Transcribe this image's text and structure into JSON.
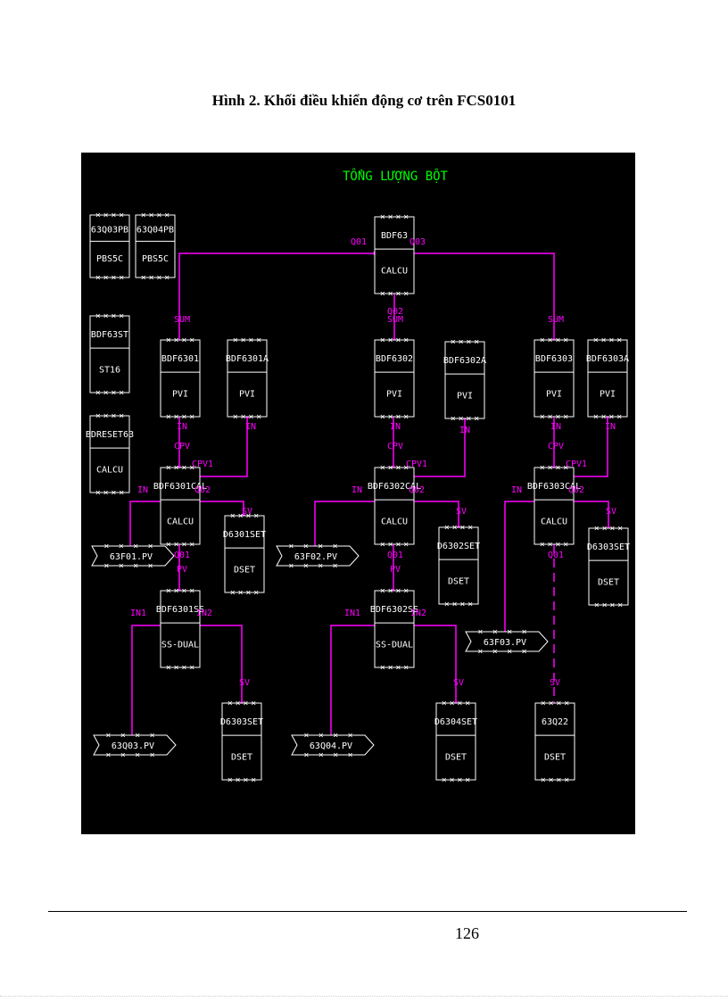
{
  "caption": "Hình 2. Khối điều khiển động cơ trên FCS0101",
  "page_number": "126",
  "colors": {
    "background": "#000000",
    "wire": "#ff00ff",
    "block": "#ffffff",
    "title": "#00ff00"
  },
  "diagram": {
    "title": "TỔNG LƯỢNG BỘT",
    "blocks": [
      {
        "id": "pb3",
        "name": "63Q03PB",
        "type": "PBS5C"
      },
      {
        "id": "pb4",
        "name": "63Q04PB",
        "type": "PBS5C"
      },
      {
        "id": "st",
        "name": "BDF63ST",
        "type": "ST16"
      },
      {
        "id": "reset",
        "name": "BDRESET63",
        "type": "CALCU"
      },
      {
        "id": "bdf63",
        "name": "BDF63",
        "type": "CALCU"
      },
      {
        "id": "p6301",
        "name": "BDF6301",
        "type": "PVI"
      },
      {
        "id": "p6301a",
        "name": "BDF6301A",
        "type": "PVI"
      },
      {
        "id": "p6302",
        "name": "BDF6302",
        "type": "PVI"
      },
      {
        "id": "p6302a",
        "name": "BDF6302A",
        "type": "PVI"
      },
      {
        "id": "p6303",
        "name": "BDF6303",
        "type": "PVI"
      },
      {
        "id": "p6303a",
        "name": "BDF6303A",
        "type": "PVI"
      },
      {
        "id": "c1",
        "name": "BDF6301CAL",
        "type": "CALCU"
      },
      {
        "id": "c2",
        "name": "BDF6302CAL",
        "type": "CALCU"
      },
      {
        "id": "c3",
        "name": "BDF6303CAL",
        "type": "CALCU"
      },
      {
        "id": "d1",
        "name": "D6301SET",
        "type": "DSET"
      },
      {
        "id": "d2",
        "name": "D6302SET",
        "type": "DSET"
      },
      {
        "id": "d3",
        "name": "D6303SET",
        "type": "DSET"
      },
      {
        "id": "s1",
        "name": "BDF6301SS",
        "type": "SS-DUAL"
      },
      {
        "id": "s2",
        "name": "BDF6302SS",
        "type": "SS-DUAL"
      },
      {
        "id": "d4",
        "name": "D6303SET",
        "type": "DSET"
      },
      {
        "id": "d5",
        "name": "D6304SET",
        "type": "DSET"
      },
      {
        "id": "q22",
        "name": "63Q22",
        "type": "DSET"
      }
    ],
    "tags": [
      {
        "id": "t1",
        "label": "63F01.PV"
      },
      {
        "id": "t2",
        "label": "63F02.PV"
      },
      {
        "id": "t3",
        "label": "63F03.PV"
      },
      {
        "id": "t4",
        "label": "63Q03.PV"
      },
      {
        "id": "t5",
        "label": "63Q04.PV"
      }
    ],
    "terminals": [
      {
        "id": "bq01",
        "label": "Q01"
      },
      {
        "id": "bq03",
        "label": "Q03"
      },
      {
        "id": "bq02",
        "label": "Q02"
      },
      {
        "id": "sum1",
        "label": "SUM"
      },
      {
        "id": "sum2",
        "label": "SUM"
      },
      {
        "id": "sum3",
        "label": "SUM"
      },
      {
        "id": "in1",
        "label": "IN"
      },
      {
        "id": "in1a",
        "label": "IN"
      },
      {
        "id": "in2",
        "label": "IN"
      },
      {
        "id": "in2a",
        "label": "IN"
      },
      {
        "id": "in3",
        "label": "IN"
      },
      {
        "id": "in3a",
        "label": "IN"
      },
      {
        "id": "cpv1",
        "label": "CPV"
      },
      {
        "id": "cpv2",
        "label": "CPV"
      },
      {
        "id": "cpv3",
        "label": "CPV"
      },
      {
        "id": "cpvx1",
        "label": "CPV1"
      },
      {
        "id": "cpvx2",
        "label": "CPV1"
      },
      {
        "id": "cpvx3",
        "label": "CPV1"
      },
      {
        "id": "cin1",
        "label": "IN"
      },
      {
        "id": "cin2",
        "label": "IN"
      },
      {
        "id": "cin3",
        "label": "IN"
      },
      {
        "id": "cq2a",
        "label": "Q02"
      },
      {
        "id": "cq2b",
        "label": "Q02"
      },
      {
        "id": "cq2c",
        "label": "Q02"
      },
      {
        "id": "sv1",
        "label": "SV"
      },
      {
        "id": "sv2",
        "label": "SV"
      },
      {
        "id": "sv3",
        "label": "SV"
      },
      {
        "id": "cq1a",
        "label": "Q01"
      },
      {
        "id": "cq1b",
        "label": "Q01"
      },
      {
        "id": "cq1c",
        "label": "Q01"
      },
      {
        "id": "pv1",
        "label": "PV"
      },
      {
        "id": "pv2",
        "label": "PV"
      },
      {
        "id": "ss1in1",
        "label": "IN1"
      },
      {
        "id": "ss1in2",
        "label": "IN2"
      },
      {
        "id": "ss2in1",
        "label": "IN1"
      },
      {
        "id": "ss2in2",
        "label": "IN2"
      },
      {
        "id": "sv4",
        "label": "SV"
      },
      {
        "id": "sv5",
        "label": "SV"
      },
      {
        "id": "sv6",
        "label": "SV"
      }
    ]
  }
}
